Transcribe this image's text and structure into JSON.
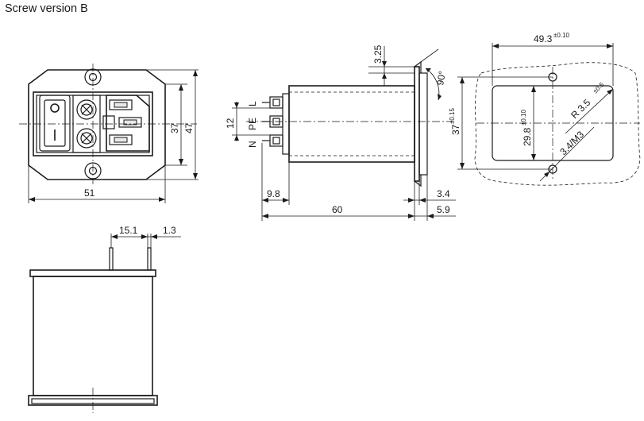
{
  "title": "Screw version B",
  "front_view": {
    "dim_width": "51",
    "dim_height_inner": "37",
    "dim_height_outer": "47"
  },
  "side_view": {
    "dim_top": "3.25",
    "dim_angle": "90°",
    "dim_spacing": "12",
    "label_l": "L",
    "label_pe": "PE",
    "label_n": "N",
    "dim_terminal": "9.8",
    "dim_flange": "3.4",
    "dim_length": "60",
    "dim_flange_total": "5.9"
  },
  "cutout_view": {
    "dim_width": "49.3",
    "dim_width_tol": "±0.10",
    "dim_height": "37",
    "dim_height_tol": "±0.15",
    "dim_inner_height": "29.8",
    "dim_inner_height_tol": "±0.10",
    "dim_radius": "R 3.5",
    "dim_radius_tol": "±0.5",
    "dim_hole": "3.4/M3"
  },
  "bottom_view": {
    "dim_offset": "15.1",
    "dim_pin": "1.3"
  }
}
